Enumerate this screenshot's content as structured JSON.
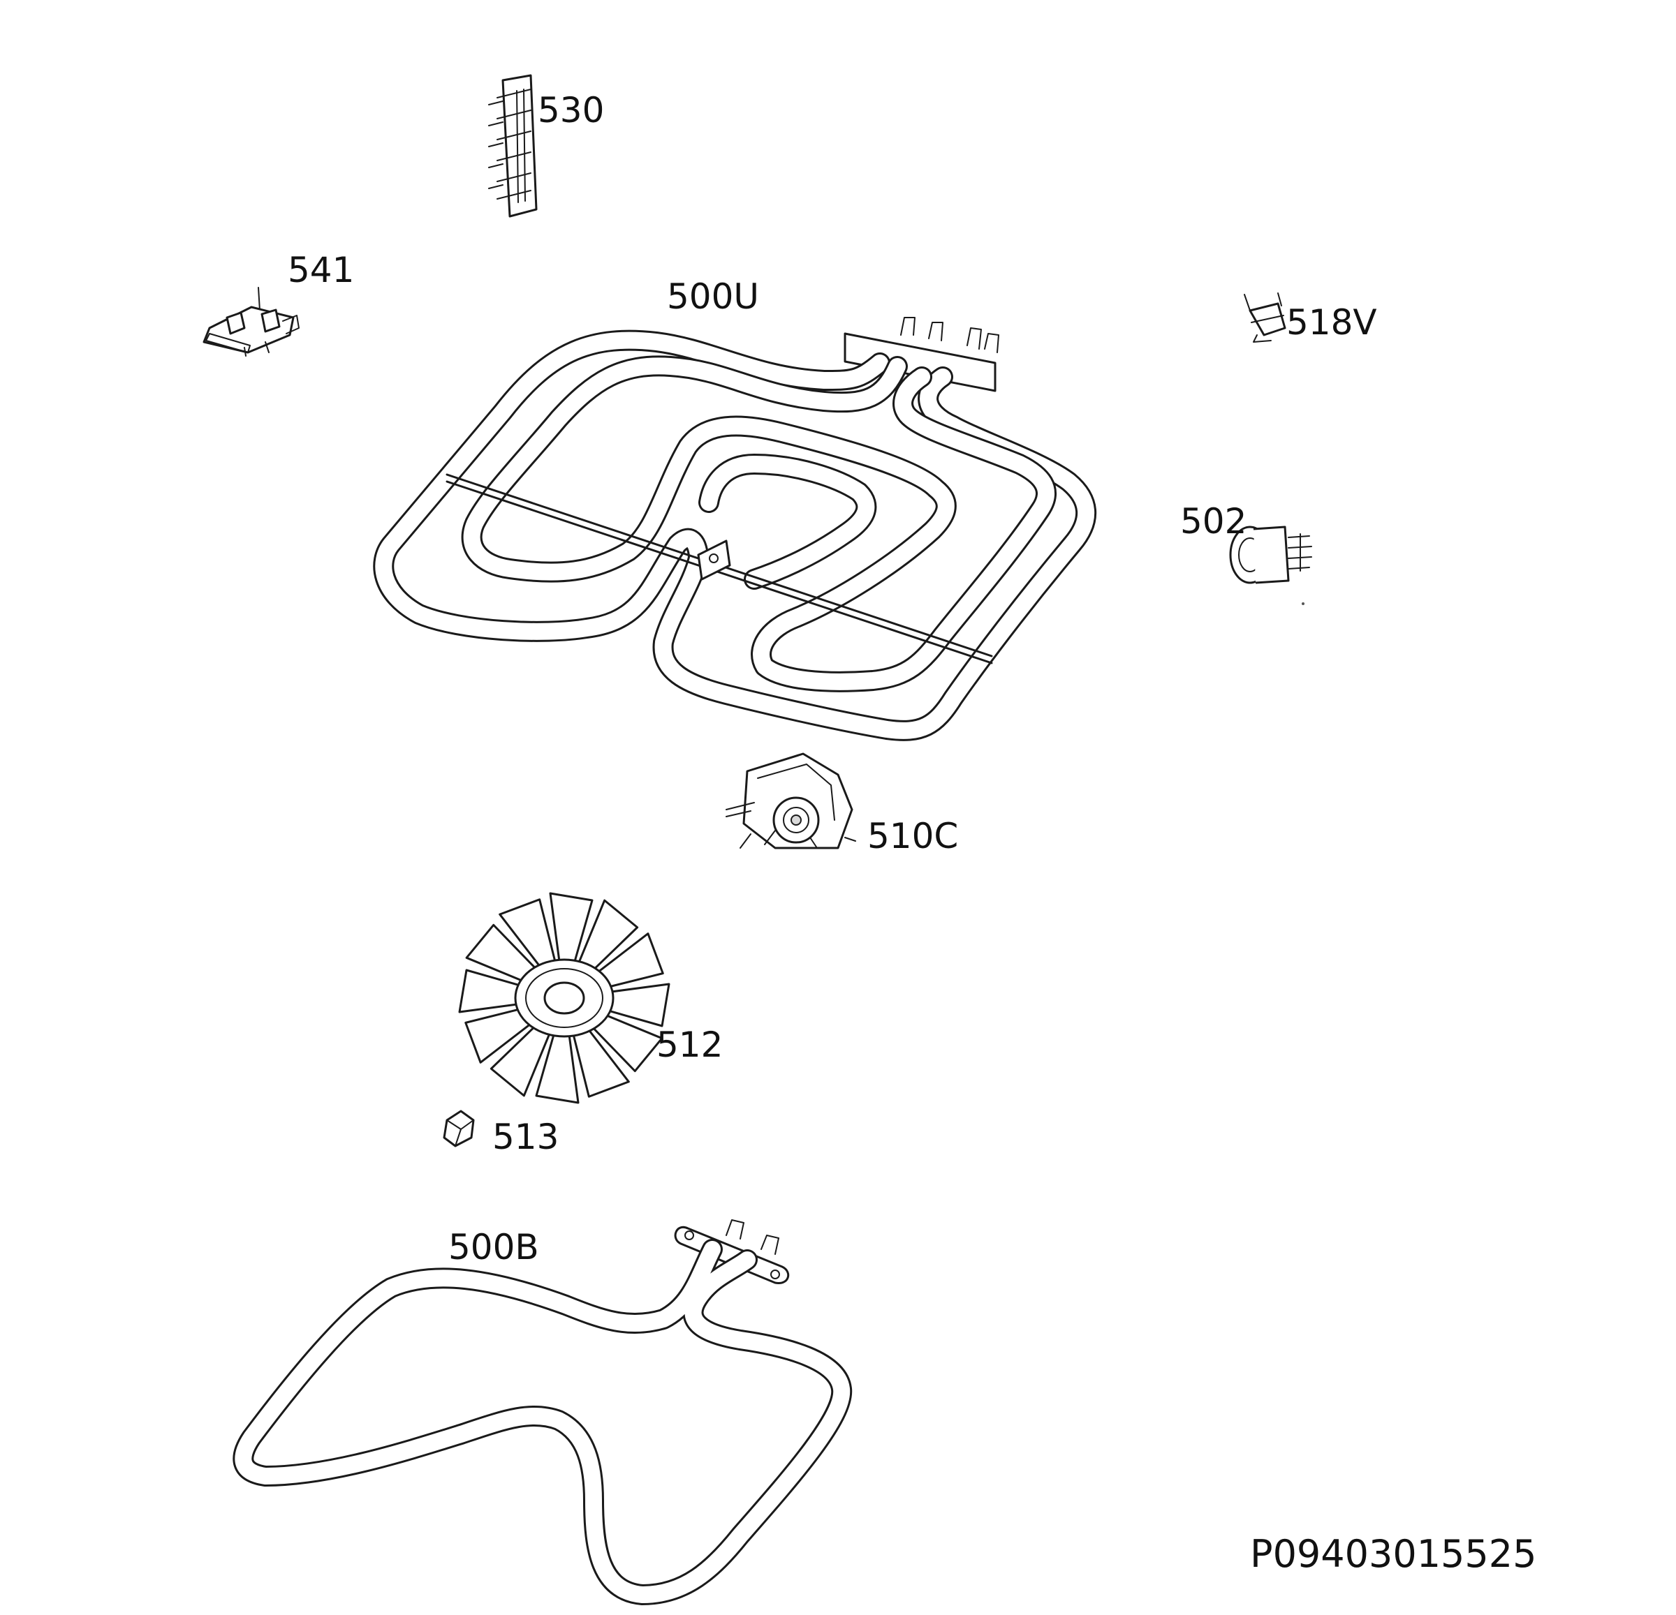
{
  "diagram": {
    "parts": [
      {
        "id": "530"
      },
      {
        "id": "541"
      },
      {
        "id": "500U"
      },
      {
        "id": "518V"
      },
      {
        "id": "502"
      },
      {
        "id": "510C"
      },
      {
        "id": "512"
      },
      {
        "id": "513"
      },
      {
        "id": "500B"
      }
    ],
    "drawing_code": "P09403015525"
  }
}
